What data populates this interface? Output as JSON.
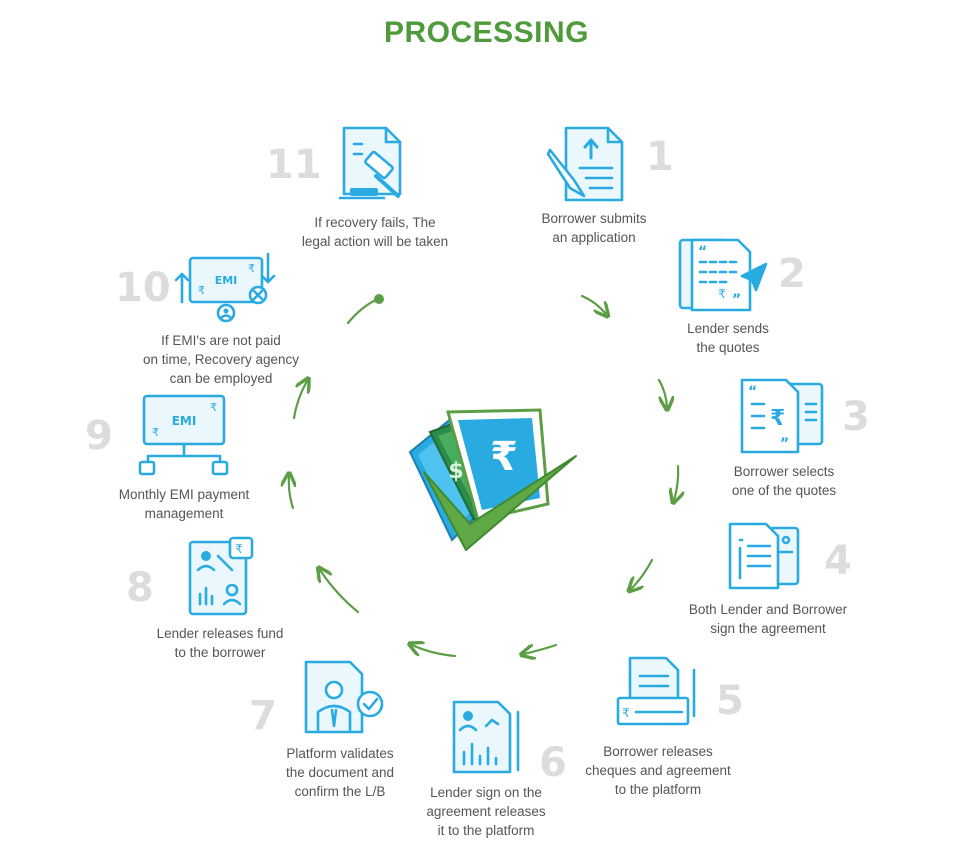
{
  "title": "PROCESSING",
  "colors": {
    "title": "#4f9a3a",
    "icon": "#29abe2",
    "arrow": "#5b9e45",
    "number": "#dcdcdc",
    "text": "#555555"
  },
  "steps": [
    {
      "num": "1",
      "icon": "document-upload-pen-icon",
      "lines": [
        "Borrower submits",
        "an application"
      ]
    },
    {
      "num": "2",
      "icon": "send-quotes-icon",
      "lines": [
        "Lender sends",
        "the quotes"
      ]
    },
    {
      "num": "3",
      "icon": "quotes-rupee-icon",
      "lines": [
        "Borrower selects",
        "one of the quotes"
      ]
    },
    {
      "num": "4",
      "icon": "agreement-document-icon",
      "lines": [
        "Both Lender and Borrower",
        "sign the agreement"
      ]
    },
    {
      "num": "5",
      "icon": "cheque-document-icon",
      "lines": [
        "Borrower releases",
        "cheques and agreement",
        "to the platform"
      ]
    },
    {
      "num": "6",
      "icon": "agreement-chart-icon",
      "lines": [
        "Lender sign on the",
        "agreement releases",
        "it to the platform"
      ]
    },
    {
      "num": "7",
      "icon": "person-verified-icon",
      "lines": [
        "Platform validates",
        "the document and",
        "confirm the L/B"
      ]
    },
    {
      "num": "8",
      "icon": "fund-release-icon",
      "lines": [
        "Lender releases fund",
        "to the borrower"
      ]
    },
    {
      "num": "9",
      "icon": "emi-monitor-icon",
      "lines": [
        "Monthly EMI payment",
        "management"
      ]
    },
    {
      "num": "10",
      "icon": "emi-cancel-icon",
      "lines": [
        "If EMI's are not paid",
        "on time, Recovery agency",
        "can be employed"
      ]
    },
    {
      "num": "11",
      "icon": "gavel-document-icon",
      "lines": [
        "If recovery fails, The",
        "legal action will be taken"
      ]
    }
  ],
  "icon_text": {
    "emi": "EMI",
    "rupee": "₹",
    "dollar": "$",
    "quote_open": "“",
    "quote_close": "”"
  }
}
